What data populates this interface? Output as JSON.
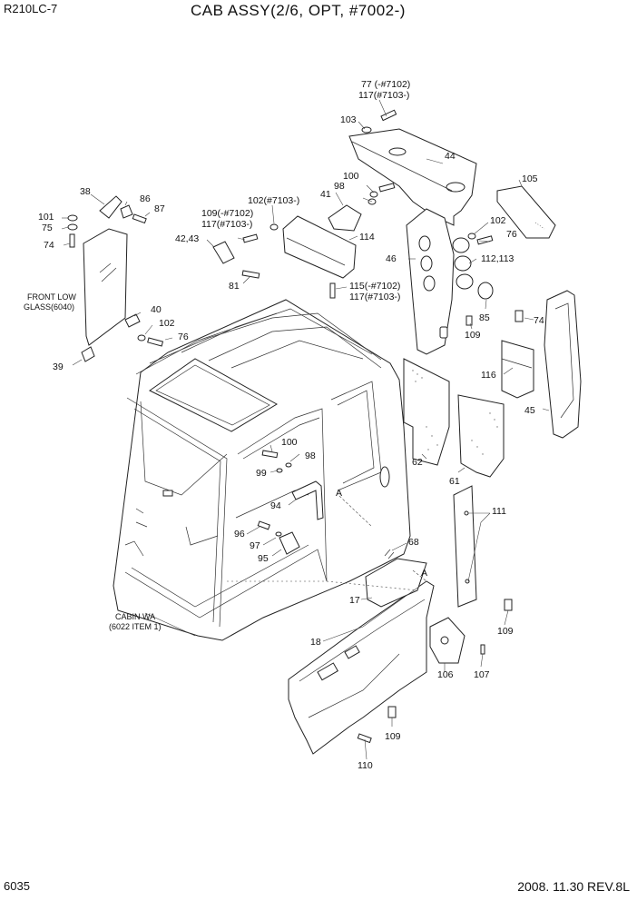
{
  "header": {
    "model": "R210LC-7",
    "title": "CAB ASSY(2/6, OPT, #7002-)"
  },
  "footer": {
    "page": "6035",
    "revision": "2008. 11.30  REV.8L"
  },
  "callouts": {
    "c77": "77  (-#7102)",
    "c117a": "117(#7103-)",
    "c103": "103",
    "c44": "44",
    "c100a": "100",
    "c98a": "98",
    "c41": "41",
    "c105": "105",
    "c38": "38",
    "c86": "86",
    "c87": "87",
    "c101": "101",
    "c75": "75",
    "c74a": "74",
    "c102a": "102(#7103-)",
    "c109a": "109(-#7102)",
    "c117b": "117(#7103-)",
    "c4243": "42,43",
    "c114": "114",
    "c102b": "102",
    "c76a": "76",
    "c46": "46",
    "c112": "112,113",
    "c81": "81",
    "c115": "115(-#7102)",
    "c117c": "117(#7103-)",
    "front_low_1": "FRONT LOW",
    "front_low_2": "GLASS(6040)",
    "c40": "40",
    "c102c": "102",
    "c76b": "76",
    "c74b": "74",
    "c85": "85",
    "c109b": "109",
    "c39": "39",
    "c116": "116",
    "c45": "45",
    "c100b": "100",
    "c98b": "98",
    "c99": "99",
    "c62": "62",
    "c61": "61",
    "cA1": "A",
    "c94": "94",
    "c111": "111",
    "c96": "96",
    "c97": "97",
    "c95": "95",
    "c68": "68",
    "cA2": "A",
    "c17": "17",
    "c109c": "109",
    "cabin_1": "CABIN WA",
    "cabin_2": "(6022 ITEM 1)",
    "c18": "18",
    "c106": "106",
    "c107": "107",
    "c109d": "109",
    "c110": "110"
  }
}
